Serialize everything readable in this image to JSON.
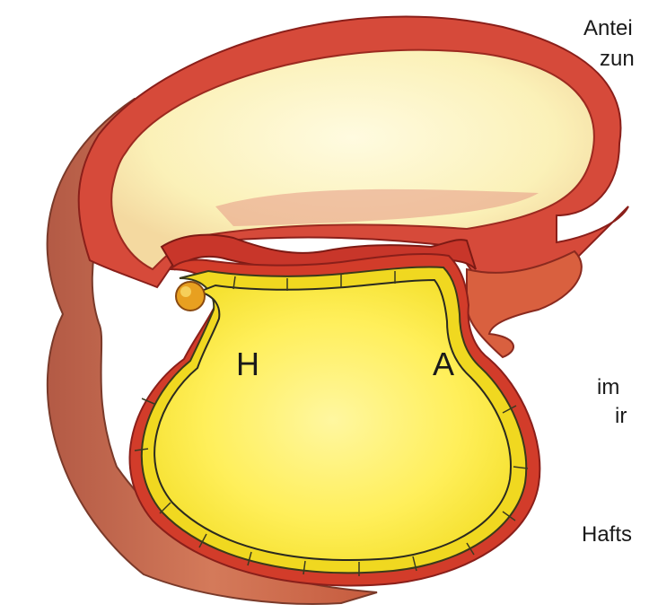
{
  "diagram": {
    "labels": {
      "h": "H",
      "a": "A"
    },
    "cropped_text": [
      "Antei",
      "zun",
      "im",
      "ir",
      "Hafts"
    ],
    "colors": {
      "outer_wall": "#c25a3c",
      "wall_line": "#c91f24",
      "upper_cavity": "#fbf3bf",
      "lower_cavity": "#ffee55",
      "yellow_lining": "#f2dd1f",
      "node": "#e5a022"
    }
  }
}
